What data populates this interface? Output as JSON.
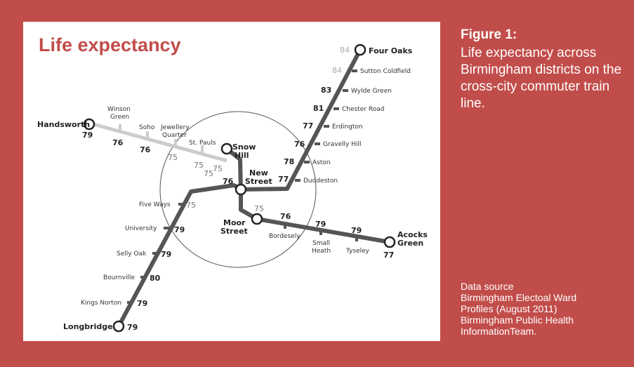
{
  "title": "Life expectancy",
  "figure": {
    "label": "Figure 1:",
    "caption": "Life expectancy across Birmingham districts on the cross-city commuter train line."
  },
  "source": [
    "Data source",
    "Birmingham Electoal Ward",
    "Profiles (August 2011)",
    "Birmingham Public Health",
    "InformationTeam."
  ],
  "colors": {
    "background": "#c14d4a",
    "main_line": "#555555",
    "light_line": "#cccccc",
    "title": "#c14d4a"
  },
  "stations": {
    "four_oaks": {
      "name": "Four Oaks",
      "value": "84"
    },
    "sutton_coldfield": {
      "name": "Sutton Coldfield",
      "value": "84"
    },
    "wylde_green": {
      "name": "Wylde Green",
      "value": "83"
    },
    "chester_road": {
      "name": "Chester Road",
      "value": "81"
    },
    "erdington": {
      "name": "Erdington",
      "value": "77"
    },
    "gravelly_hill": {
      "name": "Gravelly Hill",
      "value": "76"
    },
    "aston": {
      "name": "Aston",
      "value": "78"
    },
    "duddeston": {
      "name": "Duddeston",
      "value": "77"
    },
    "handsworth": {
      "name": "Handsworth",
      "value": "79"
    },
    "winson_green": {
      "name1": "Winson",
      "name2": "Green",
      "value": "76"
    },
    "soho": {
      "name": "Soho",
      "value": "76"
    },
    "jewellery_quarter": {
      "name1": "Jewellery",
      "name2": "Quarter",
      "value": "75"
    },
    "st_pauls": {
      "name": "St. Pauls",
      "value": "75"
    },
    "snow_hill": {
      "name1": "Snow",
      "name2": "Hill",
      "value": "75"
    },
    "new_street": {
      "name1": "New",
      "name2": "Street",
      "value": "76"
    },
    "moor_street": {
      "name1": "Moor",
      "name2": "Street",
      "value": "75"
    },
    "bordesley": {
      "name": "Bordesely",
      "value": "76"
    },
    "small_heath": {
      "name1": "Small",
      "name2": "Heath",
      "value": "79"
    },
    "tyseley": {
      "name": "Tyseley",
      "value": "79"
    },
    "acocks_green": {
      "name1": "Acocks",
      "name2": "Green",
      "value": "77"
    },
    "five_ways": {
      "name": "Five Ways",
      "value": "75"
    },
    "university": {
      "name": "University",
      "value": "79"
    },
    "selly_oak": {
      "name": "Selly Oak",
      "value": "79"
    },
    "bournville": {
      "name": "Bournville",
      "value": "80"
    },
    "kings_norton": {
      "name": "Kings Norton",
      "value": "79"
    },
    "longbridge": {
      "name": "Longbridge",
      "value": "79"
    }
  }
}
